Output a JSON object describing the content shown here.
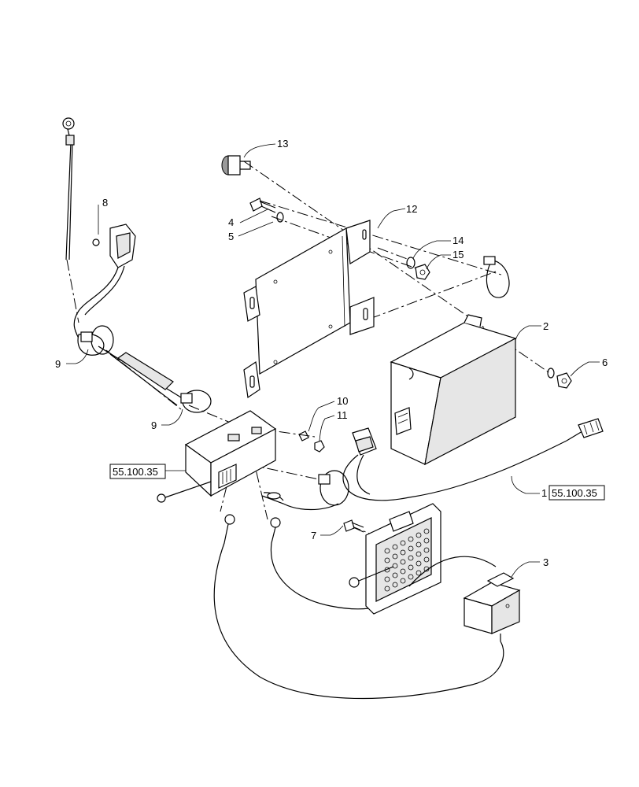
{
  "callouts": {
    "c1": "1",
    "c2": "2",
    "c3": "3",
    "c4": "4",
    "c5": "5",
    "c6": "6",
    "c7": "7",
    "c8": "8",
    "c9a": "9",
    "c9b": "9",
    "c10": "10",
    "c11": "11",
    "c12": "12",
    "c13": "13",
    "c14": "14",
    "c15": "15"
  },
  "references": {
    "left_ref": "55.100.35",
    "right_ref": "55.100.35"
  }
}
